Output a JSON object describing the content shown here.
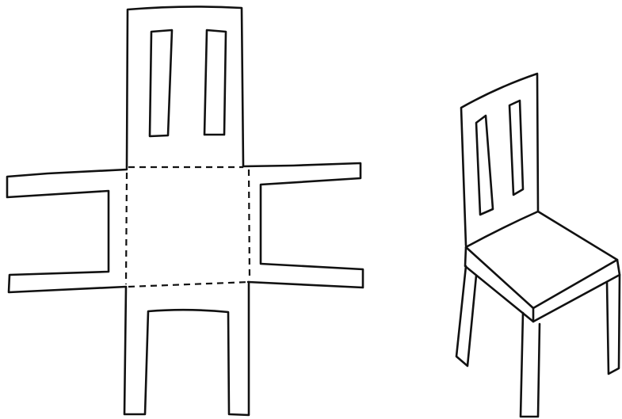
{
  "figure": {
    "panels": [
      {
        "id": "net",
        "kind": "unfolded-net"
      },
      {
        "id": "chair",
        "kind": "3d-object"
      }
    ],
    "colors": {
      "ink": "#111111",
      "paper": "#ffffff"
    }
  }
}
